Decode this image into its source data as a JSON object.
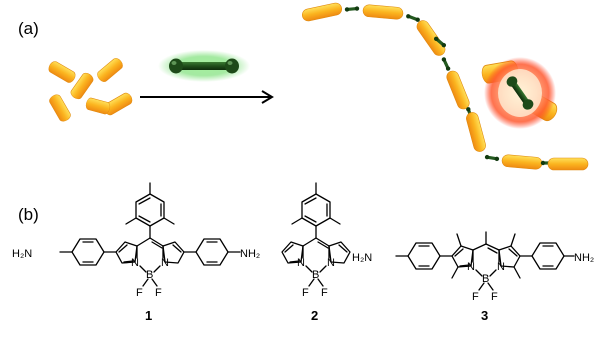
{
  "panel_a": {
    "label": "(a)"
  },
  "panel_b": {
    "label": "(b)"
  },
  "compounds": [
    {
      "number": "1",
      "boron": "B",
      "fluorine_left": "F",
      "fluorine_right": "F",
      "nitrogen_left": "N",
      "nitrogen_right": "N",
      "amine_left": "H₂N",
      "amine_right": "NH₂"
    },
    {
      "number": "2",
      "boron": "B",
      "fluorine_left": "F",
      "fluorine_right": "F",
      "nitrogen_left": "N",
      "nitrogen_right": "N"
    },
    {
      "number": "3",
      "boron": "B",
      "fluorine_left": "F",
      "fluorine_right": "F",
      "nitrogen_left": "N",
      "nitrogen_right": "N",
      "amine_left": "H₂N",
      "amine_right": "NH₂"
    }
  ],
  "colors": {
    "rod_orange": "#f7a11a",
    "rod_yellow": "#ffd23c",
    "dumbbell_green": "#1f4d1a",
    "glow_green": "#7ee07a",
    "glow_red": "#ff4a2a",
    "bond": "#000000"
  }
}
